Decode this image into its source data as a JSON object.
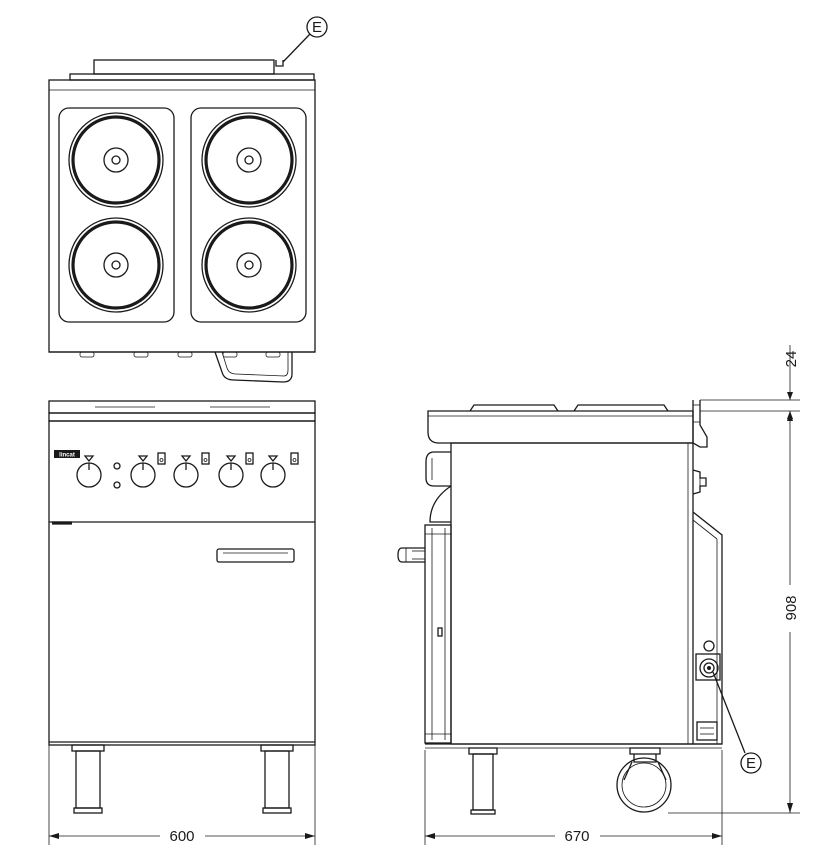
{
  "labels": {
    "width_front": "600",
    "depth_side": "670",
    "height": "908",
    "top_thickness": "24",
    "connection_top": "E",
    "connection_side": "E",
    "brand": "lincat"
  },
  "colors": {
    "line": "#1a1a1a",
    "background": "#ffffff"
  }
}
